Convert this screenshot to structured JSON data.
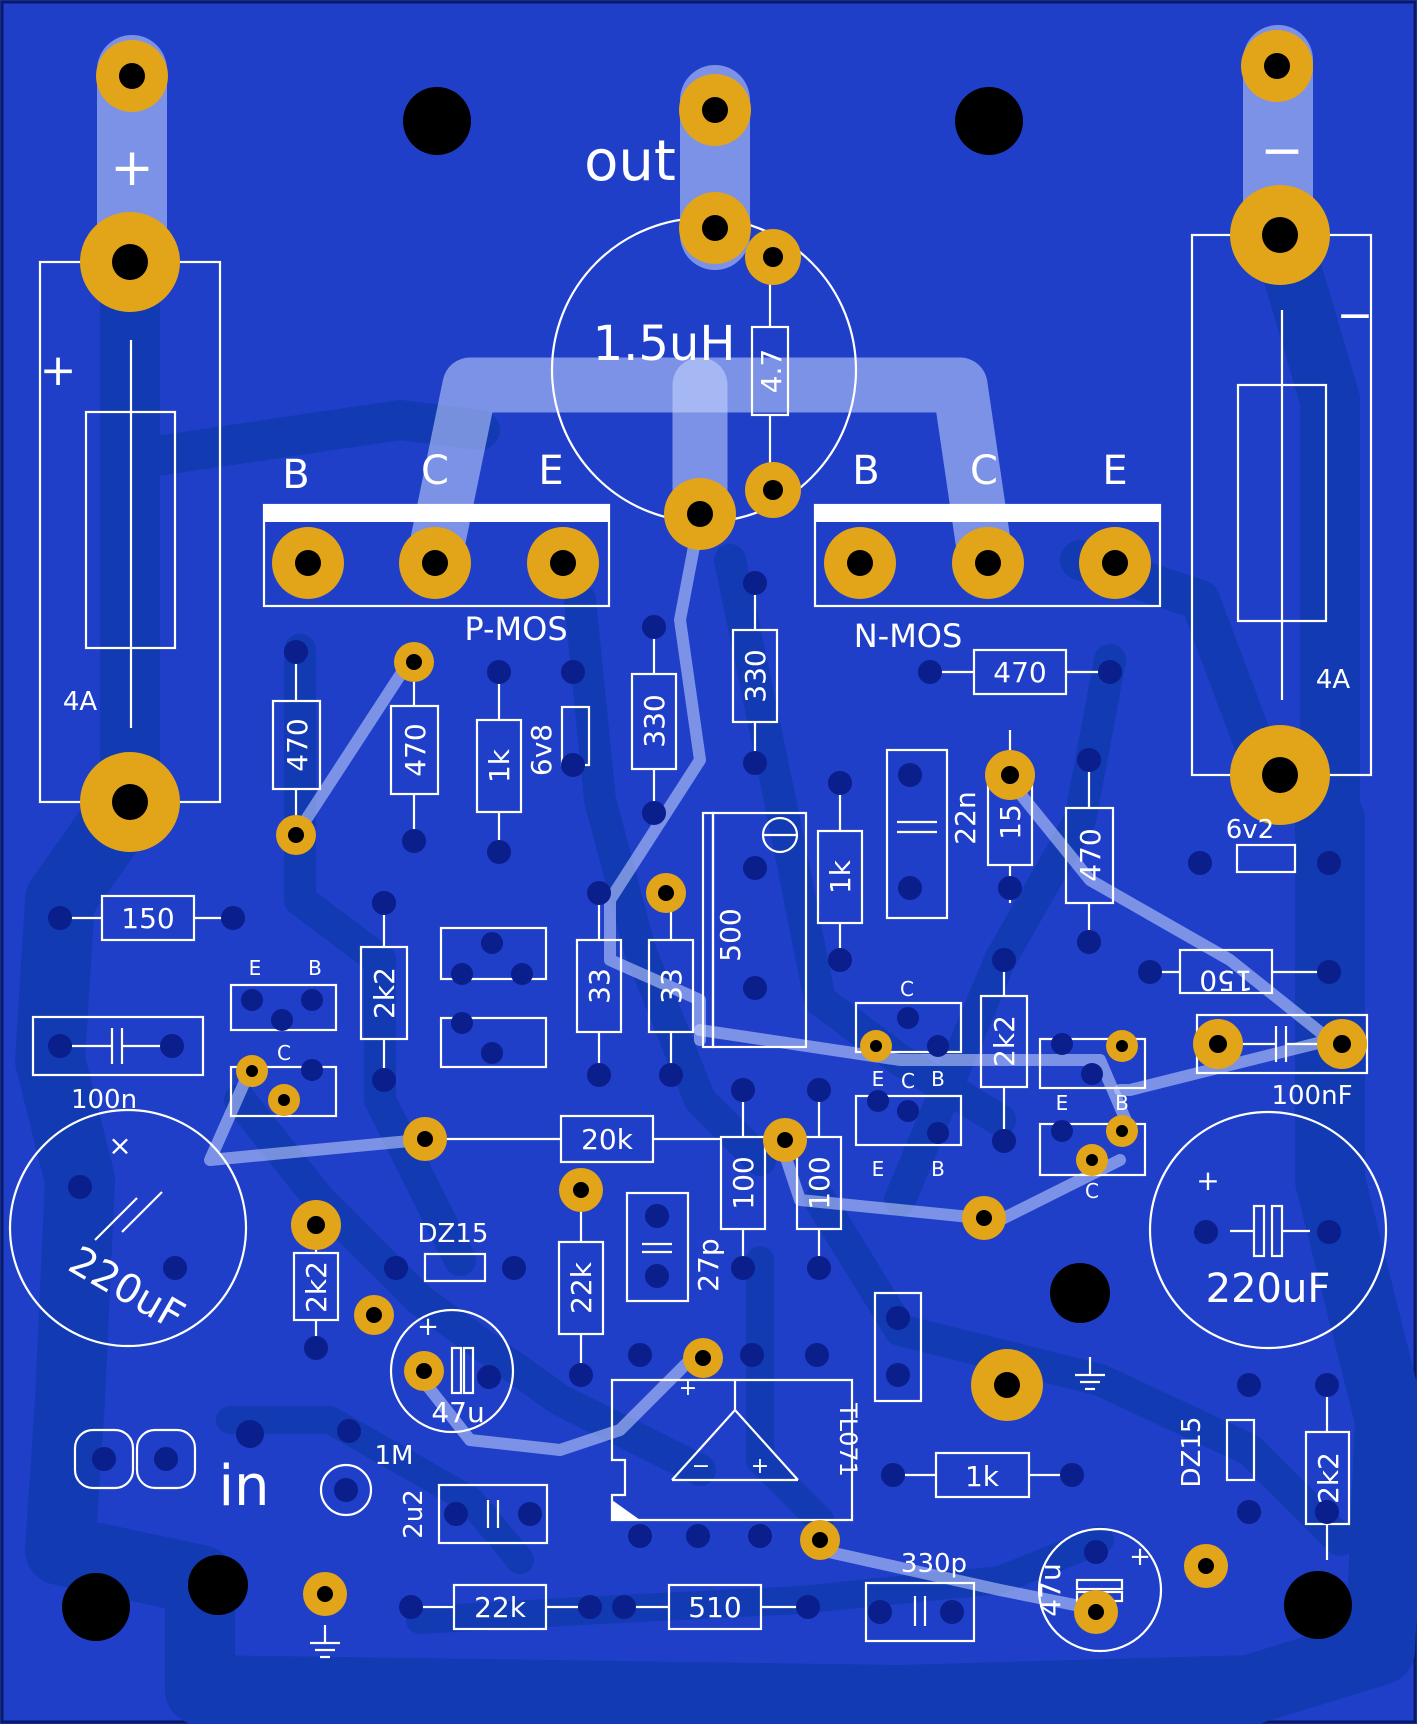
{
  "board": {
    "colors": {
      "background": "#1f3fc9",
      "pad": "#e2a418",
      "silkscreen": "#ffffff",
      "trace": "#123ab3",
      "top_copper": "#c8d7ff"
    },
    "terminals": {
      "plus": "+",
      "minus": "−",
      "out": "out",
      "in": "in"
    },
    "inductor": "1.5uH",
    "resistors": {
      "r_out": "4.7",
      "r470_a": "470",
      "r470_b": "470",
      "r470_c": "470",
      "r470_d": "470",
      "r1k_a": "1k",
      "r1k_b": "1k",
      "r1k_c": "1k",
      "r330_a": "330",
      "r330_b": "330",
      "r150_a": "150",
      "r150_b": "150",
      "r2k2_a": "2k2",
      "r2k2_b": "2k2",
      "r2k2_c": "2k2",
      "r2k2_d": "2k2",
      "r33_a": "33",
      "r33_b": "33",
      "r15": "15",
      "r20k": "20k",
      "r100_a": "100",
      "r100_b": "100",
      "r22k_a": "22k",
      "r22k_b": "22k",
      "r510": "510",
      "r1m": "1M"
    },
    "pot": "500",
    "capacitors": {
      "c22n": "22n",
      "c100n_left": "100n",
      "c100n_right": "100nF",
      "c220_left": "220uF",
      "c220_right": "220uF",
      "c47_a": "47u",
      "c47_b": "47u",
      "c27p": "27p",
      "c2u2": "2u2",
      "c330p": "330p"
    },
    "diodes": {
      "z6v8": "6v8",
      "z6v2": "6v2",
      "dz15_a": "DZ15",
      "dz15_b": "DZ15"
    },
    "fuses": {
      "left": "4A",
      "right": "4A"
    },
    "mosfets": {
      "p": {
        "name": "P-MOS",
        "pins": [
          "B",
          "C",
          "E"
        ]
      },
      "n": {
        "name": "N-MOS",
        "pins": [
          "B",
          "C",
          "E"
        ]
      }
    },
    "transistor_pins": {
      "e": "E",
      "b": "B",
      "c": "C"
    },
    "opamp": {
      "name": "TL071",
      "plus": "+",
      "minus": "−"
    },
    "polarity": {
      "plus": "+",
      "minus": "−",
      "cross": "×"
    }
  }
}
